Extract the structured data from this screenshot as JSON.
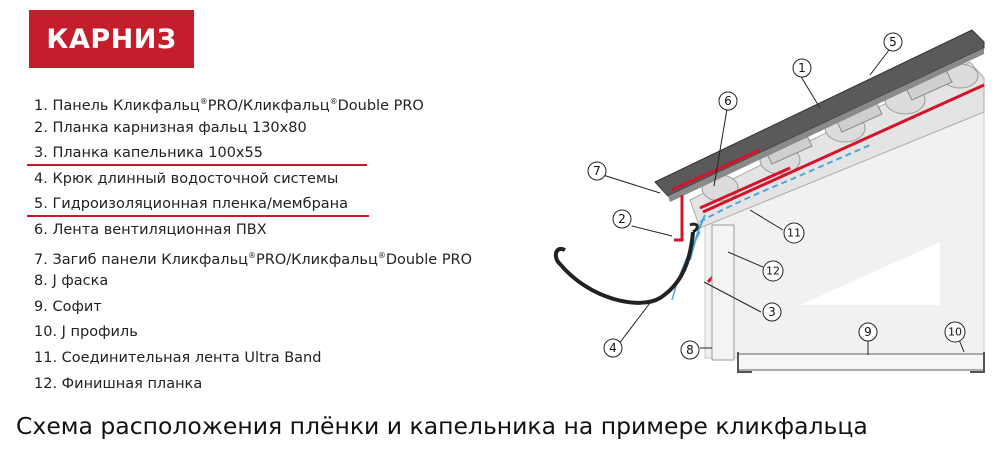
{
  "header": {
    "title": "КАРНИЗ"
  },
  "legend": {
    "items": [
      {
        "text": "1. Панель Кликфальц",
        "sup": "®",
        "text2": "PRO/Кликфальц",
        "sup2": "®",
        "text3": "Double PRO",
        "highlight": false
      },
      {
        "text": "2. Планка карнизная фальц 130х80",
        "highlight": false
      },
      {
        "text": "3. Планка капельника 100х55",
        "highlight": true
      },
      {
        "text": "4. Крюк длинный водосточной системы",
        "highlight": false
      },
      {
        "text": "5. Гидроизоляционная пленка/мембрана",
        "highlight": true
      },
      {
        "text": "6. Лента вентиляционная ПВХ",
        "highlight": false
      },
      {
        "text": "7. Загиб панели Кликфальц",
        "sup": "®",
        "text2": "PRO/Кликфальц",
        "sup2": "®",
        "text3": "Double PRO",
        "highlight": false
      },
      {
        "text": "8. J фаска",
        "highlight": false
      },
      {
        "text": "9. Софит",
        "highlight": false
      },
      {
        "text": "10. J профиль",
        "highlight": false
      },
      {
        "text": "11. Соединительная лента Ultra Band",
        "highlight": false
      },
      {
        "text": "12. Финишная планка",
        "highlight": false
      }
    ]
  },
  "diagram": {
    "callouts": [
      "1",
      "2",
      "3",
      "4",
      "5",
      "6",
      "7",
      "8",
      "9",
      "10",
      "11",
      "12"
    ]
  },
  "caption": "Схема расположения плёнки и капельника на примере кликфальца",
  "colors": {
    "accent": "#c41e2c",
    "highlight_line": "#d3142a",
    "airflow": "#4aa8e0"
  }
}
